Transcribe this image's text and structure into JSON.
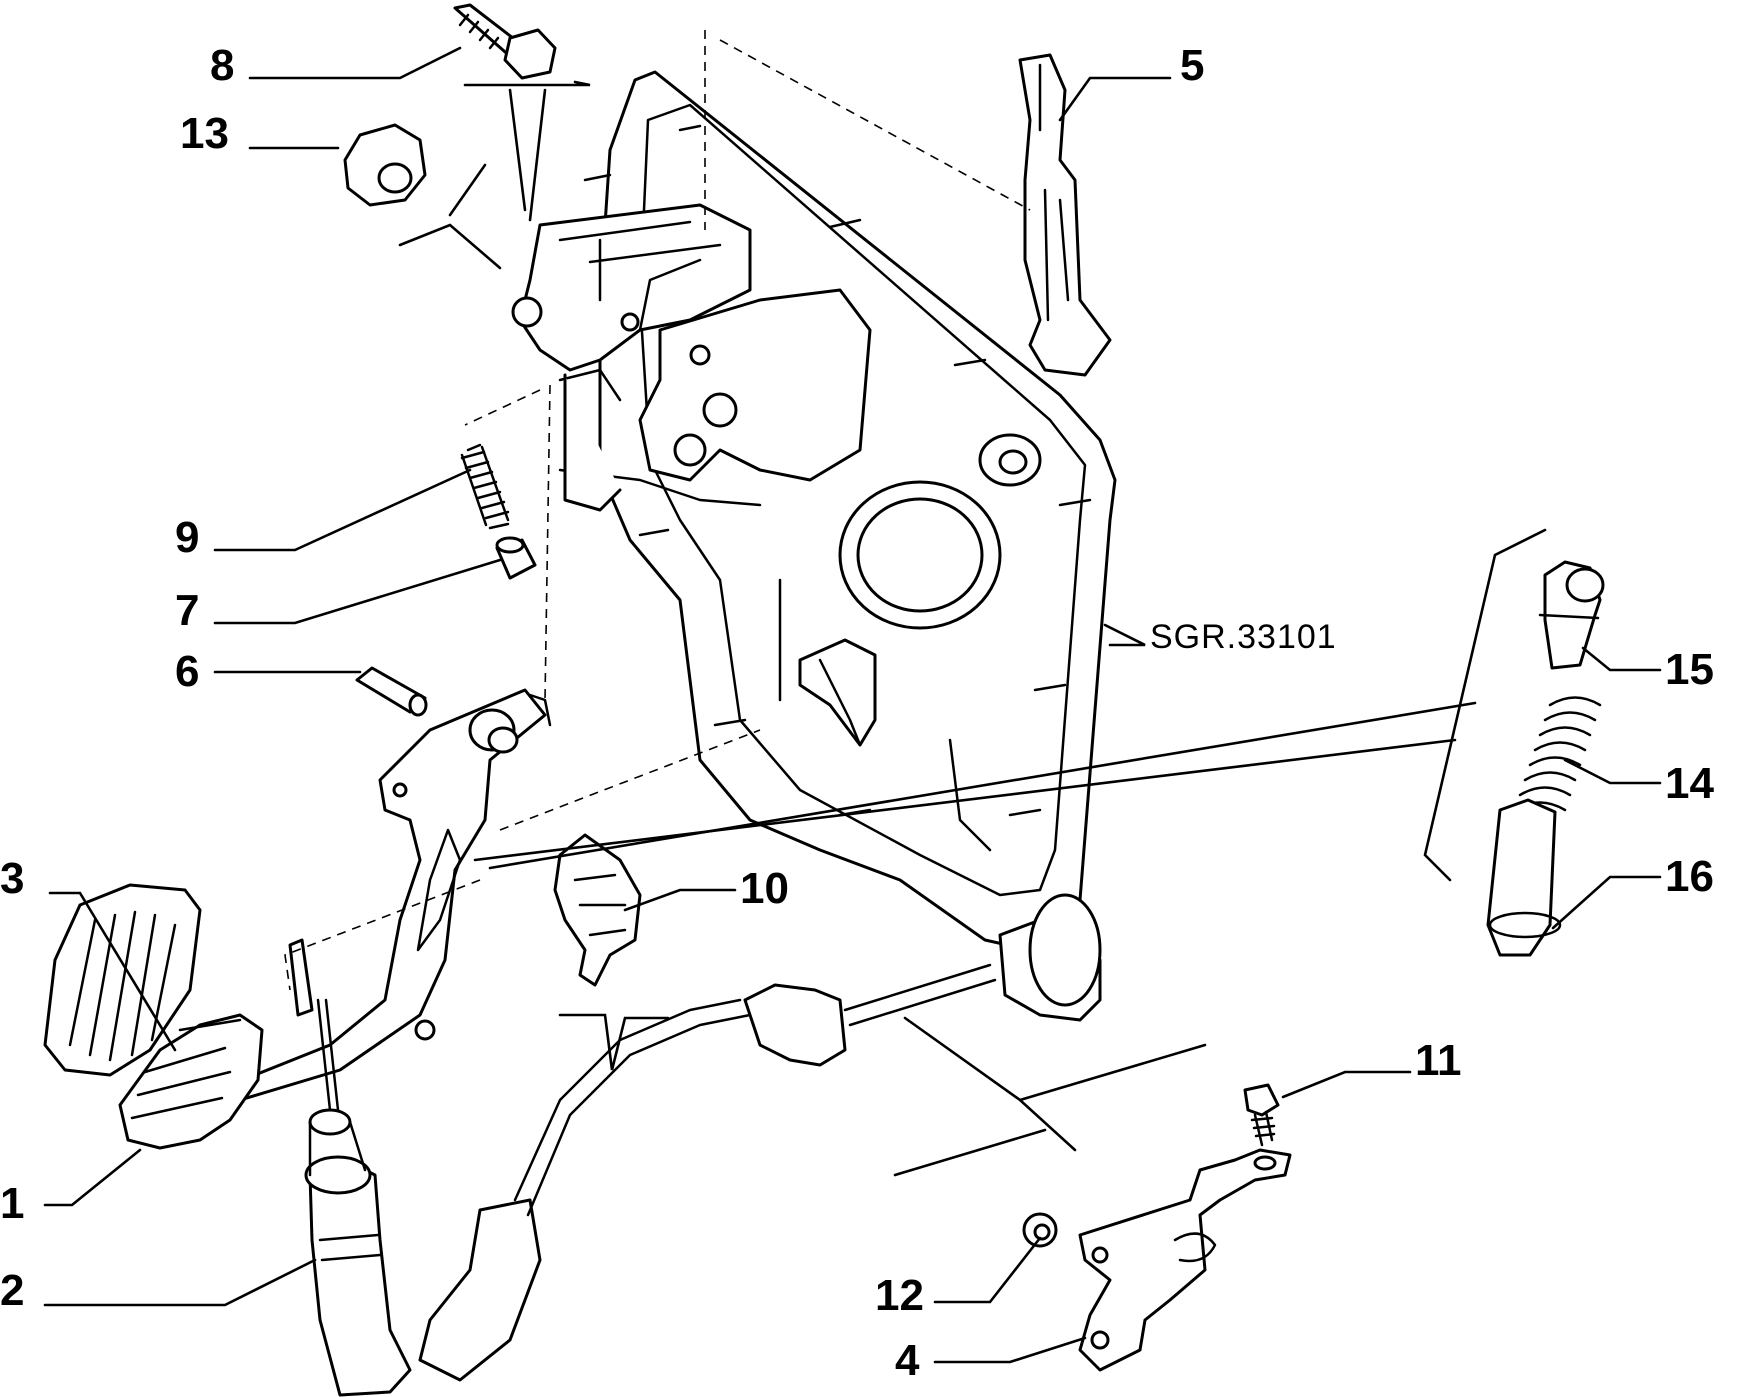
{
  "diagram": {
    "reference_code": "SGR.33101",
    "callouts": {
      "c1": "1",
      "c2": "2",
      "c3": "3",
      "c4": "4",
      "c5": "5",
      "c6": "6",
      "c7": "7",
      "c8": "8",
      "c9": "9",
      "c10": "10",
      "c11": "11",
      "c12": "12",
      "c13": "13",
      "c14": "14",
      "c15": "15",
      "c16": "16"
    }
  }
}
